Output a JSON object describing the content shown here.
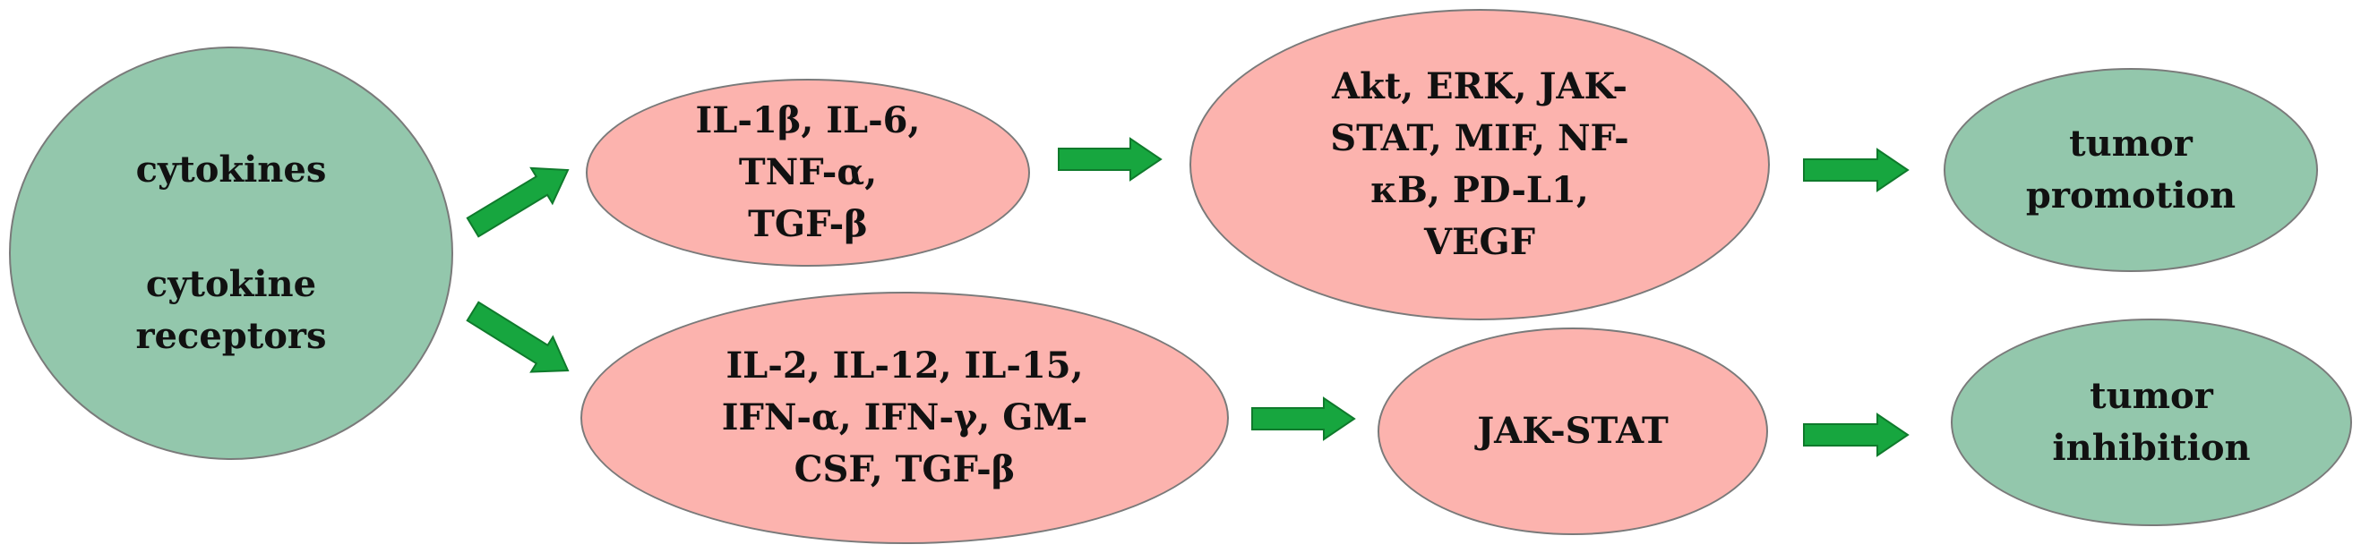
{
  "colors": {
    "source_fill": "#93c7ac",
    "outcome_fill": "#93c7ac",
    "mediator_fill": "#fcb3ae",
    "arrow_fill": "#17a63f",
    "arrow_stroke": "#0f7a2c",
    "node_border": "#7a7a7a"
  },
  "source": {
    "top_label": "cytokines",
    "bottom_lines": [
      "cytokine",
      "receptors"
    ]
  },
  "upper_path": {
    "cytokines_lines": [
      "IL-1β, IL-6,",
      "TNF-α,",
      "TGF-β"
    ],
    "pathways_lines": [
      "Akt, ERK, JAK-",
      "STAT, MIF, NF-",
      "κB, PD-L1,",
      "VEGF"
    ],
    "outcome_lines": [
      "tumor",
      "promotion"
    ]
  },
  "lower_path": {
    "cytokines_lines": [
      "IL-2, IL-12, IL-15,",
      "IFN-α, IFN-γ, GM-",
      "CSF, TGF-β"
    ],
    "pathways_lines": [
      "JAK-STAT"
    ],
    "outcome_lines": [
      "tumor",
      "inhibition"
    ]
  }
}
